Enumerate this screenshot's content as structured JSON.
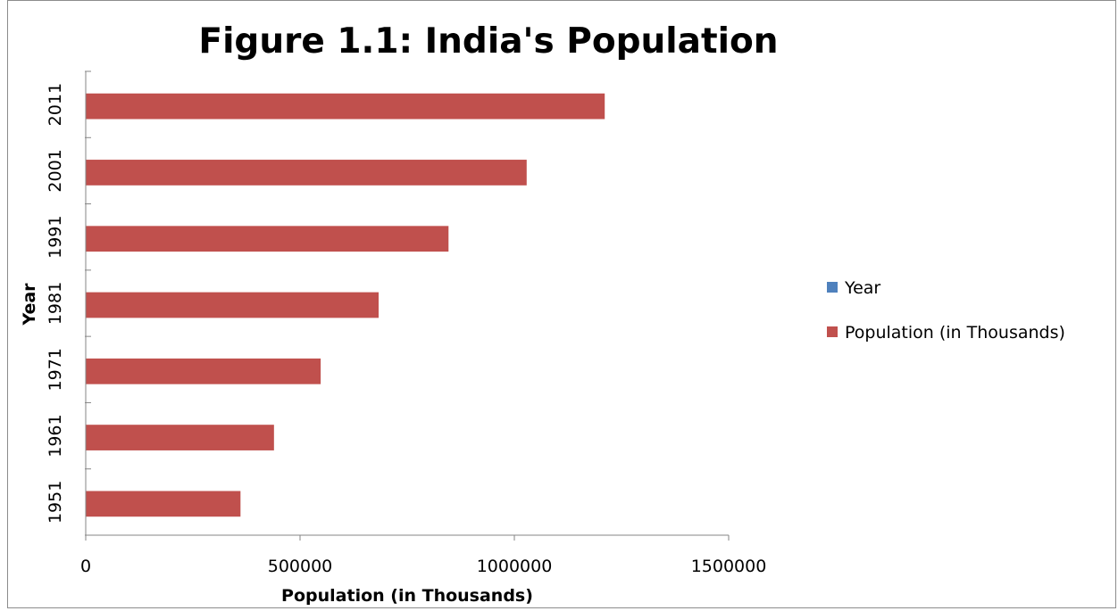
{
  "chart_data": {
    "type": "bar",
    "orientation": "horizontal",
    "title": "Figure 1.1: India's Population",
    "xlabel": "Population (in Thousands)",
    "ylabel": "Year",
    "categories": [
      "1951",
      "1961",
      "1971",
      "1981",
      "1991",
      "2001",
      "2011"
    ],
    "series": [
      {
        "name": "Year",
        "values": [
          0,
          0,
          0,
          0,
          0,
          0,
          0
        ],
        "color": "#4F81BD"
      },
      {
        "name": "Population (in Thousands)",
        "values": [
          361088,
          439235,
          548160,
          683329,
          846421,
          1028737,
          1210855
        ],
        "color": "#C0504D"
      }
    ],
    "xlim": [
      0,
      1500000
    ],
    "xticks": [
      "0",
      "500000",
      "1000000",
      "1500000"
    ],
    "xtick_values": [
      0,
      500000,
      1000000,
      1500000
    ],
    "grid": false,
    "legend_position": "right"
  }
}
